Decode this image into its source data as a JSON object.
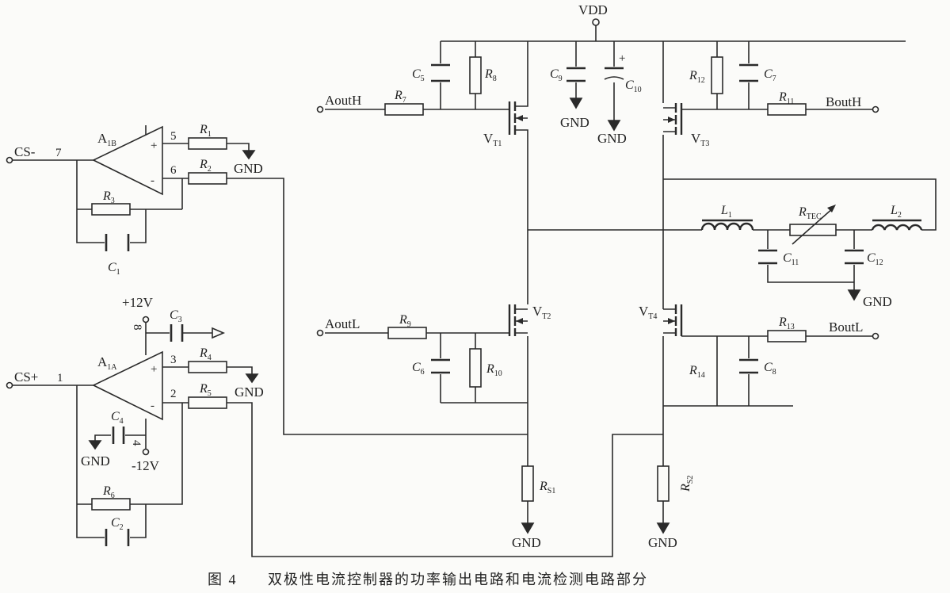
{
  "caption": {
    "figure": "图 4",
    "title": "双极性电流控制器的功率输出电路和电流检测电路部分"
  },
  "supply": {
    "vdd": "VDD",
    "pos": "+12V",
    "neg": "-12V"
  },
  "ports": {
    "cs_minus": "CS-",
    "cs_plus": "CS+",
    "aout_h": "AoutH",
    "aout_l": "AoutL",
    "bout_h": "BoutH",
    "bout_l": "BoutL"
  },
  "gnd": "GND",
  "opamps": {
    "a1b": {
      "name": "A",
      "sub": "1B",
      "pin_plus": "5",
      "pin_minus": "6",
      "pin_out": "7"
    },
    "a1a": {
      "name": "A",
      "sub": "1A",
      "pin_plus": "3",
      "pin_minus": "2",
      "pin_out": "1",
      "pin_vp": "8",
      "pin_vn": "4"
    }
  },
  "opamp_signs": {
    "plus": "+",
    "minus": "-"
  },
  "resistors": {
    "r1": {
      "n": "R",
      "s": "1"
    },
    "r2": {
      "n": "R",
      "s": "2"
    },
    "r3": {
      "n": "R",
      "s": "3"
    },
    "r4": {
      "n": "R",
      "s": "4"
    },
    "r5": {
      "n": "R",
      "s": "5"
    },
    "r6": {
      "n": "R",
      "s": "6"
    },
    "r7": {
      "n": "R",
      "s": "7"
    },
    "r8": {
      "n": "R",
      "s": "8"
    },
    "r9": {
      "n": "R",
      "s": "9"
    },
    "r10": {
      "n": "R",
      "s": "10"
    },
    "r11": {
      "n": "R",
      "s": "11"
    },
    "r12": {
      "n": "R",
      "s": "12"
    },
    "r13": {
      "n": "R",
      "s": "13"
    },
    "r14": {
      "n": "R",
      "s": "14"
    },
    "rs1": {
      "n": "R",
      "s": "S1"
    },
    "rs2": {
      "n": "R",
      "s": "S2"
    },
    "rtec": {
      "n": "R",
      "s": "TEC"
    }
  },
  "capacitors": {
    "c1": {
      "n": "C",
      "s": "1"
    },
    "c2": {
      "n": "C",
      "s": "2"
    },
    "c3": {
      "n": "C",
      "s": "3"
    },
    "c4": {
      "n": "C",
      "s": "4"
    },
    "c5": {
      "n": "C",
      "s": "5"
    },
    "c6": {
      "n": "C",
      "s": "6"
    },
    "c7": {
      "n": "C",
      "s": "7"
    },
    "c8": {
      "n": "C",
      "s": "8"
    },
    "c9": {
      "n": "C",
      "s": "9"
    },
    "c10": {
      "n": "C",
      "s": "10"
    },
    "c10_pol": "+",
    "c11": {
      "n": "C",
      "s": "11"
    },
    "c12": {
      "n": "C",
      "s": "12"
    }
  },
  "inductors": {
    "l1": {
      "n": "L",
      "s": "1"
    },
    "l2": {
      "n": "L",
      "s": "2"
    }
  },
  "transistors": {
    "vt1": {
      "n": "V",
      "s": "T1"
    },
    "vt2": {
      "n": "V",
      "s": "T2"
    },
    "vt3": {
      "n": "V",
      "s": "T3"
    },
    "vt4": {
      "n": "V",
      "s": "T4"
    }
  }
}
